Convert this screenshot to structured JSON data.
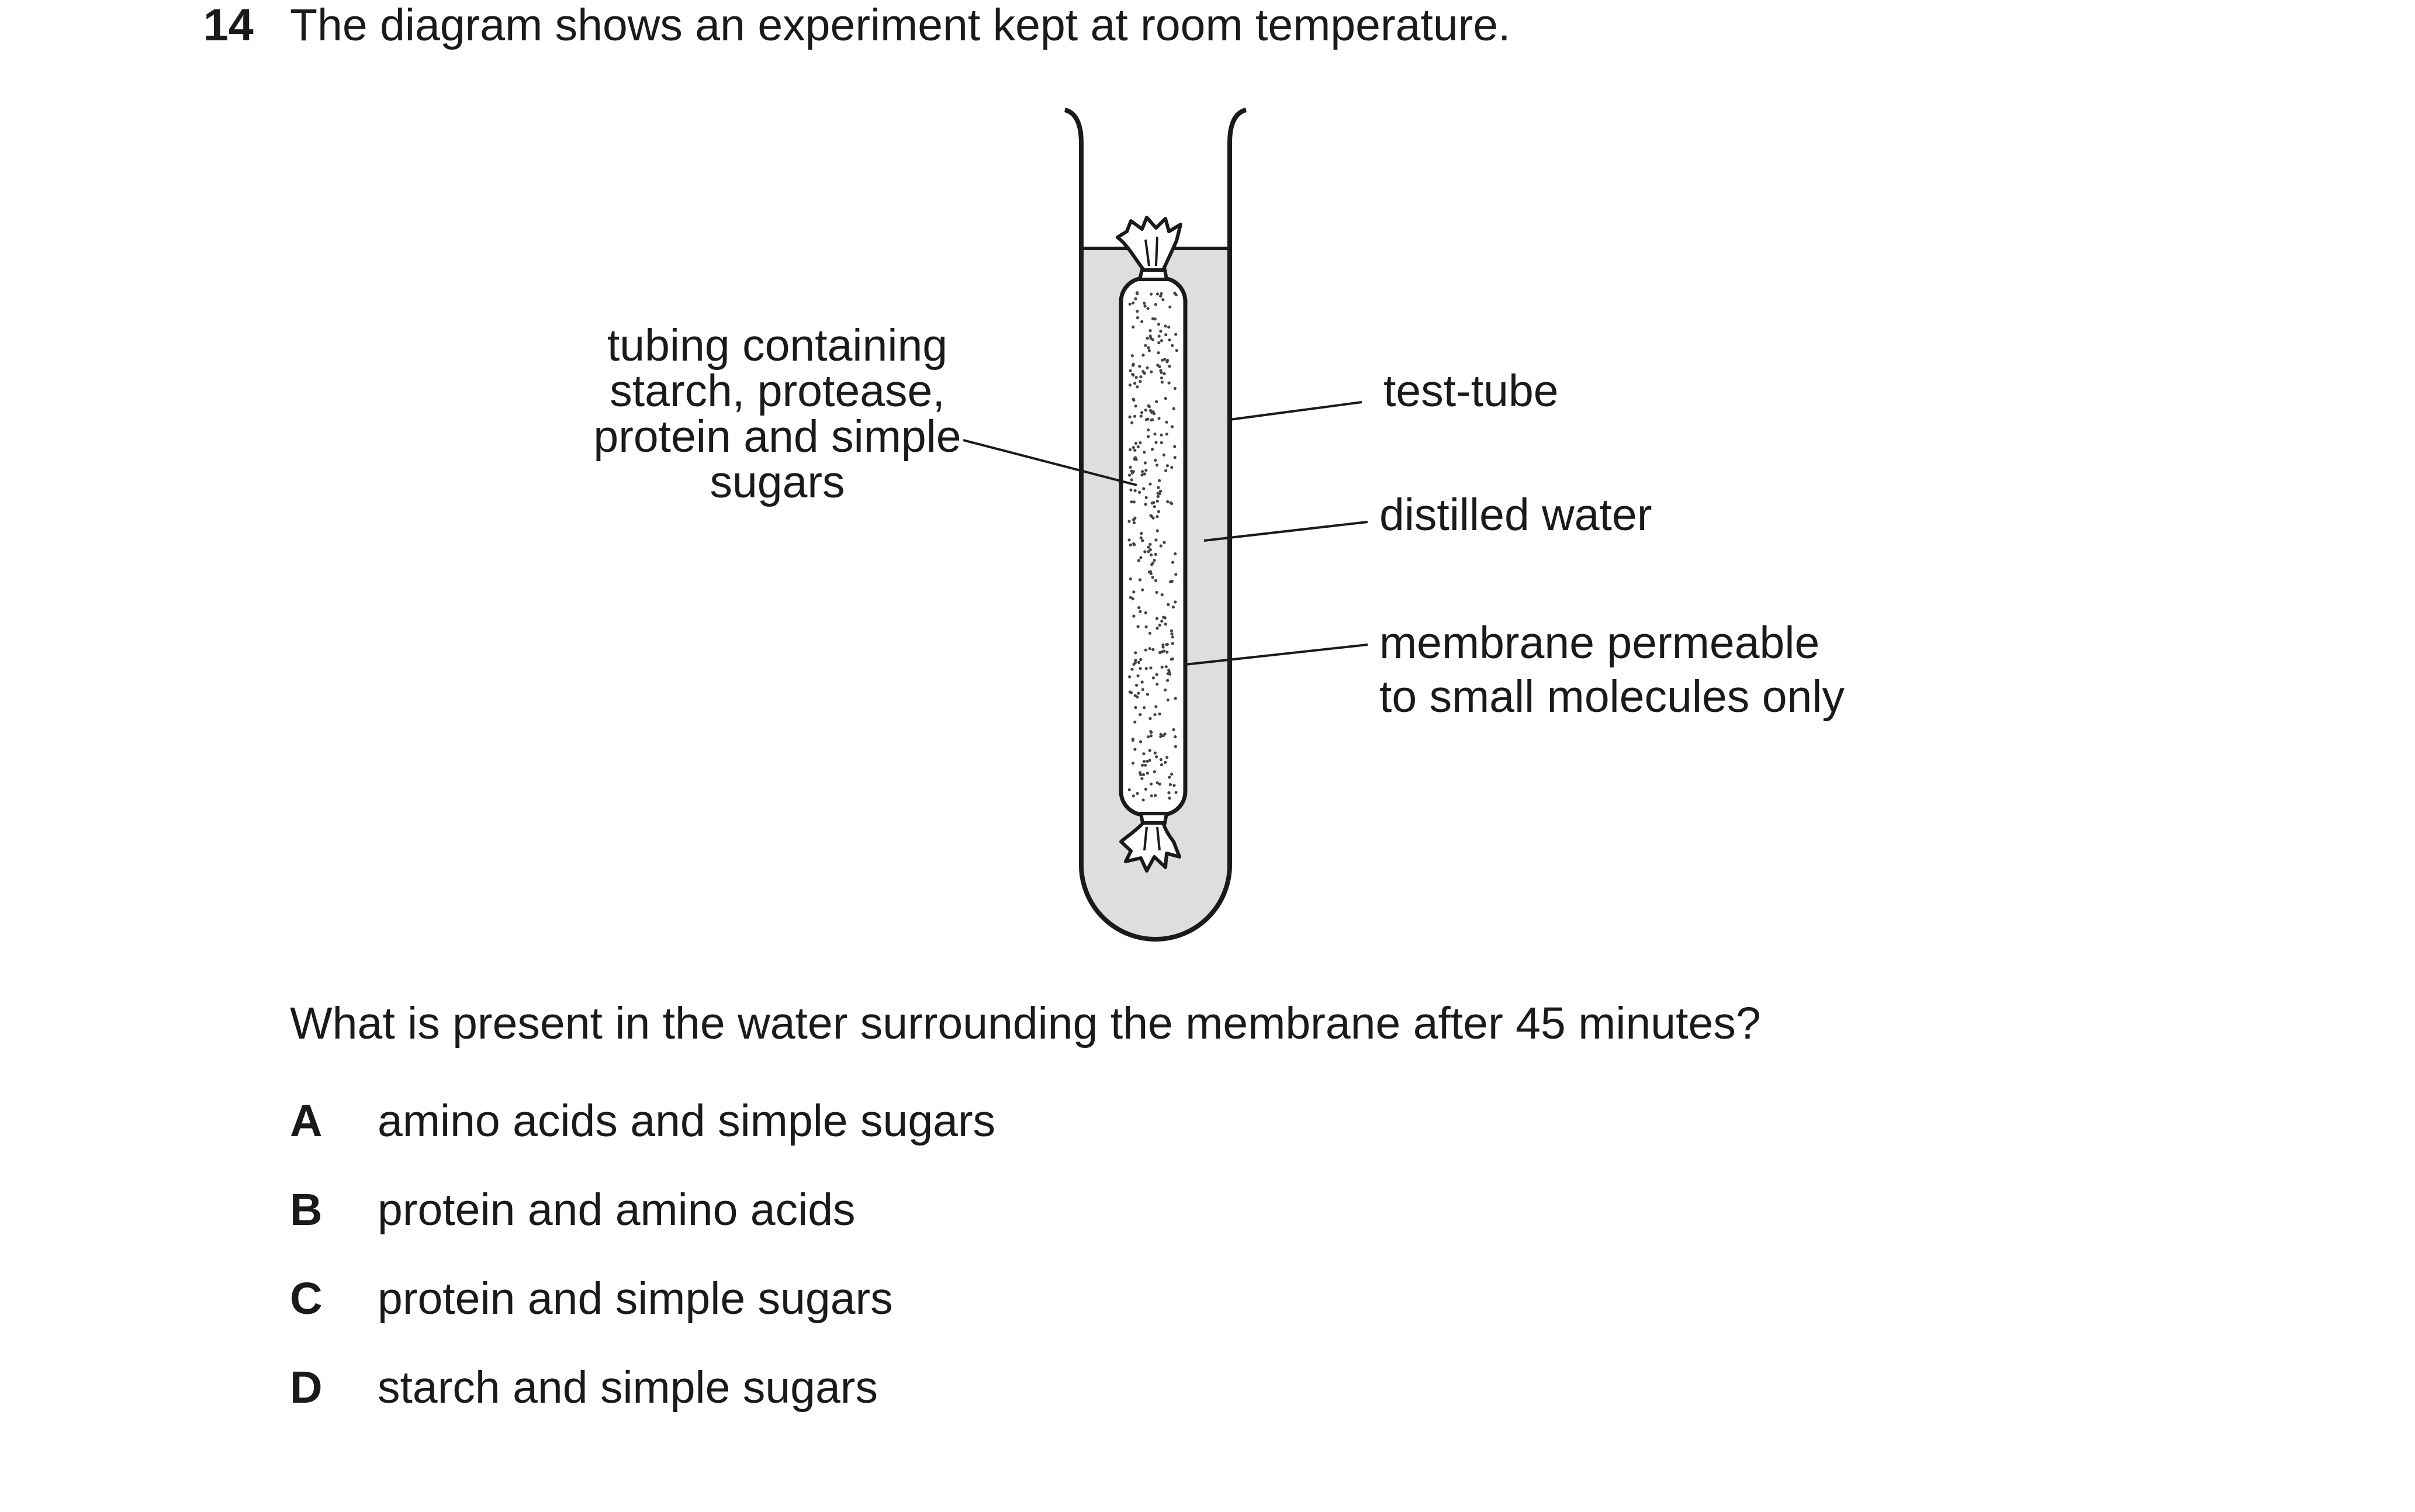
{
  "question": {
    "number": "14",
    "intro": "The diagram shows an experiment kept at room temperature.",
    "prompt": "What is present in the water surrounding the membrane after 45 minutes?"
  },
  "diagram": {
    "labels": {
      "tubing": [
        "tubing containing",
        "starch, protease,",
        "protein and simple",
        "sugars"
      ],
      "test_tube": "test-tube",
      "distilled_water": "distilled water",
      "membrane": [
        "membrane permeable",
        "to small molecules only"
      ]
    },
    "colors": {
      "water_fill": "#dedede",
      "stroke": "#1a1a1a"
    }
  },
  "options": [
    {
      "letter": "A",
      "text": "amino acids and simple sugars"
    },
    {
      "letter": "B",
      "text": "protein and amino acids"
    },
    {
      "letter": "C",
      "text": "protein and simple sugars"
    },
    {
      "letter": "D",
      "text": "starch and simple sugars"
    }
  ]
}
